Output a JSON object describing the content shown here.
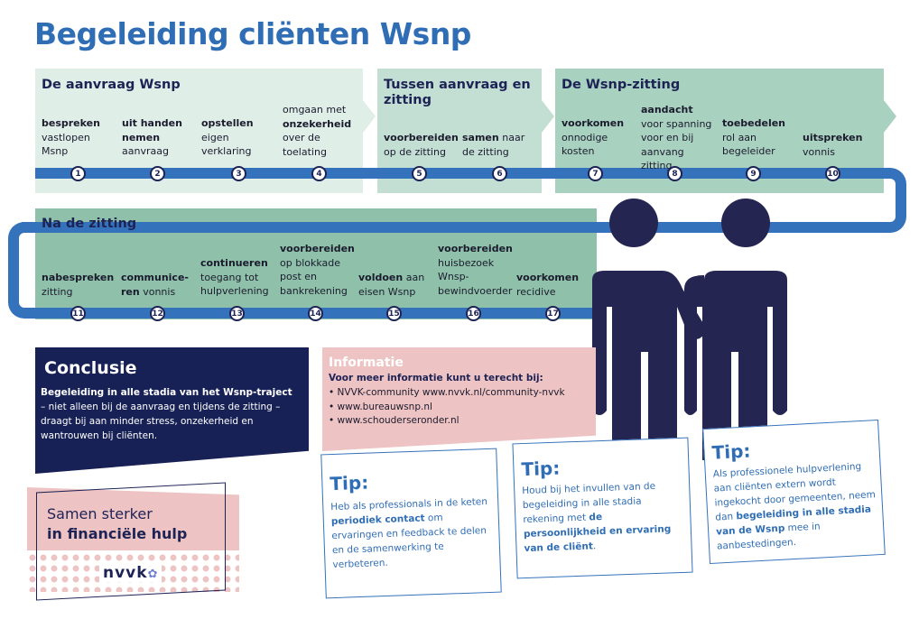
{
  "title": "Begeleiding cliënten Wsnp",
  "colors": {
    "title_blue": "#2f6db5",
    "track_blue": "#3472bb",
    "navy": "#1d2355",
    "phase1_bg": "#dfeee7",
    "phase2_bg": "#c3dfd3",
    "phase3_bg": "#a9d1bf",
    "phase4_bg": "#8fc1aa",
    "pink": "#eec3c3"
  },
  "phases": [
    {
      "title": "De aanvraag Wsnp",
      "steps": [
        {
          "number": "1",
          "bold": "bespreken",
          "rest": "vastlopen Msnp",
          "pre": ""
        },
        {
          "number": "2",
          "bold": "uit handen nemen",
          "rest": "aanvraag",
          "pre": ""
        },
        {
          "number": "3",
          "bold": "opstellen",
          "rest": "eigen verklaring",
          "pre": ""
        },
        {
          "number": "4",
          "bold": "onzekerheid",
          "rest": "over de toelating",
          "pre": "omgaan met"
        }
      ]
    },
    {
      "title": "Tussen aanvraag en zitting",
      "steps": [
        {
          "number": "5",
          "bold": "voorbereiden",
          "rest": "op de zitting",
          "pre": ""
        },
        {
          "number": "6",
          "bold": "samen",
          "rest": "naar de zitting",
          "pre": ""
        }
      ]
    },
    {
      "title": "De Wsnp-zitting",
      "steps": [
        {
          "number": "7",
          "bold": "voorkomen",
          "rest": "onnodige kosten",
          "pre": ""
        },
        {
          "number": "8",
          "bold": "aandacht",
          "rest": "voor spanning voor en bij aanvang zitting",
          "pre": ""
        },
        {
          "number": "9",
          "bold": "toebedelen",
          "rest": "rol aan begeleider",
          "pre": ""
        },
        {
          "number": "10",
          "bold": "uitspreken",
          "rest": "vonnis",
          "pre": ""
        }
      ]
    },
    {
      "title": "Na de zitting",
      "steps": [
        {
          "number": "11",
          "bold": "nabespreken",
          "rest": "zitting",
          "pre": ""
        },
        {
          "number": "12",
          "bold": "communice-ren",
          "rest": "vonnis",
          "pre": ""
        },
        {
          "number": "13",
          "bold": "continueren",
          "rest": "toegang tot hulpverlening",
          "pre": ""
        },
        {
          "number": "14",
          "bold": "voorbereiden",
          "rest": "op blokkade post en bankrekening",
          "pre": ""
        },
        {
          "number": "15",
          "bold": "voldoen",
          "rest": "aan eisen Wsnp",
          "pre": ""
        },
        {
          "number": "16",
          "bold": "voorbereiden",
          "rest": "huisbezoek Wnsp-bewindvoerder",
          "pre": ""
        },
        {
          "number": "17",
          "bold": "voorkomen",
          "rest": "recidive",
          "pre": ""
        }
      ]
    }
  ],
  "conclusie": {
    "title": "Conclusie",
    "bold": "Begeleiding in alle stadia van het Wsnp-traject",
    "text": "– niet alleen bij de aanvraag en tijdens de zitting – draagt bij aan minder stress, onzekerheid en wantrouwen bij cliënten."
  },
  "informatie": {
    "title": "Informatie",
    "subtitle": "Voor meer informatie kunt u terecht bij:",
    "items": [
      "NVVK-community www.nvvk.nl/community-nvvk",
      "www.bureauwsnp.nl",
      "www.schouderseronder.nl"
    ]
  },
  "tips": [
    {
      "title": "Tip:",
      "before": "Heb als professionals in de keten ",
      "bold": "periodiek contact",
      "after": " om ervaringen en feedback te delen en de samenwerking te verbeteren."
    },
    {
      "title": "Tip:",
      "before": "Houd bij het invullen van de begeleiding in alle stadia rekening met ",
      "bold": "de persoonlijkheid en ervaring van de cliënt",
      "after": "."
    },
    {
      "title": "Tip:",
      "before": "Als professionele hulpverlening aan cliënten extern wordt ingekocht door gemeenten, neem dan ",
      "bold": "begeleiding in alle stadia van de Wsnp",
      "after": " mee in aanbestedingen."
    }
  ],
  "brand": {
    "line1": "Samen sterker",
    "line2": "in financiële hulp",
    "logo": "nvvk",
    "logo_icon": "star-icon"
  }
}
